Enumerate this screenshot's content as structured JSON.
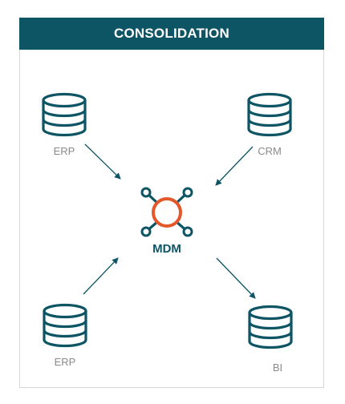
{
  "header": {
    "title": "CONSOLIDATION"
  },
  "sources": [
    {
      "label": "ERP"
    },
    {
      "label": "CRM"
    },
    {
      "label": "ERP"
    },
    {
      "label": "BI"
    }
  ],
  "hub": {
    "label": "MDM"
  },
  "colors": {
    "banner": "#0d5565",
    "icon_stroke": "#0d5565",
    "hub_ring": "#e5572a",
    "label_gray": "#8a8a8a"
  },
  "icons": {
    "source": "database-icon",
    "hub": "mdm-hub-icon"
  }
}
